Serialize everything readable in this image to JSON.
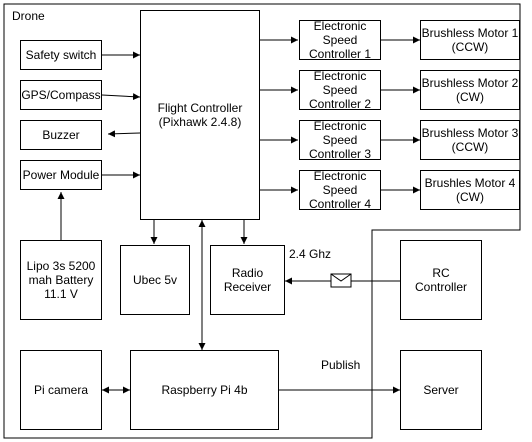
{
  "diagram": {
    "frame_label": "Drone",
    "boxes": {
      "safety_switch": "Safety switch",
      "gps_compass": "GPS/Compass",
      "buzzer": "Buzzer",
      "power_module": "Power Module",
      "flight_controller": "Flight Controller\n(Pixhawk 2.4.8)",
      "esc_1": "Electronic\nSpeed\nController 1",
      "esc_2": "Electronic\nSpeed\nController 2",
      "esc_3": "Electronic\nSpeed\nController 3",
      "esc_4": "Electronic\nSpeed\nController 4",
      "motor_1": "Brushless Motor 1\n(CCW)",
      "motor_2": "Brushless Motor 2\n(CW)",
      "motor_3": "Brushless Motor 3\n(CCW)",
      "motor_4": "Brushles Motor 4\n(CW)",
      "battery": "Lipo 3s 5200\nmah Battery\n11.1 V",
      "ubec": "Ubec 5v",
      "radio_receiver": "Radio\nReceiver",
      "rc_controller": "RC\nController",
      "pi_camera": "Pi camera",
      "raspberry_pi": "Raspberry Pi 4b",
      "server": "Server"
    },
    "labels": {
      "frequency": "2.4 Ghz",
      "publish": "Publish"
    }
  }
}
